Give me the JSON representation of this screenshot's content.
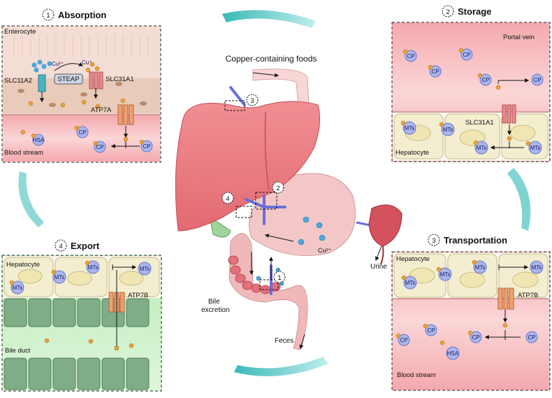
{
  "center": {
    "foods_label": "Copper-containing foods",
    "cu_label": "Cu²⁺",
    "bile_label": "Bile\nexcretion",
    "feces_label": "Feces",
    "urine_label": "Urine",
    "markers": [
      "1",
      "2",
      "3",
      "4"
    ]
  },
  "absorption": {
    "num": "1",
    "title": "Absorption",
    "enterocyte": "Enterocyte",
    "cu2": "Cu²⁺",
    "cu1": "Cu⁺",
    "slc11a2": "SLC11A2",
    "steap": "STEAP",
    "slc31a1": "SLC31A1",
    "atp7a": "ATP7A",
    "blood": "Blood stream",
    "cp": "CP",
    "hsa": "HSA"
  },
  "storage": {
    "num": "2",
    "title": "Storage",
    "portal": "Portal vein",
    "cp": "CP",
    "slc31a1": "SLC31A1",
    "mts": "MTs",
    "hepatocyte": "Hepatocyte"
  },
  "transportation": {
    "num": "3",
    "title": "Transportation",
    "hepatocyte": "Hepatocyte",
    "mts": "MTs",
    "atp7b": "ATP7B",
    "cp": "CP",
    "hsa": "HSA",
    "blood": "Blood stream"
  },
  "export": {
    "num": "4",
    "title": "Export",
    "hepatocyte": "Hepatocyte",
    "mts": "MTs",
    "atp7b": "ATP7B",
    "bile_duct": "Bile duct"
  }
}
